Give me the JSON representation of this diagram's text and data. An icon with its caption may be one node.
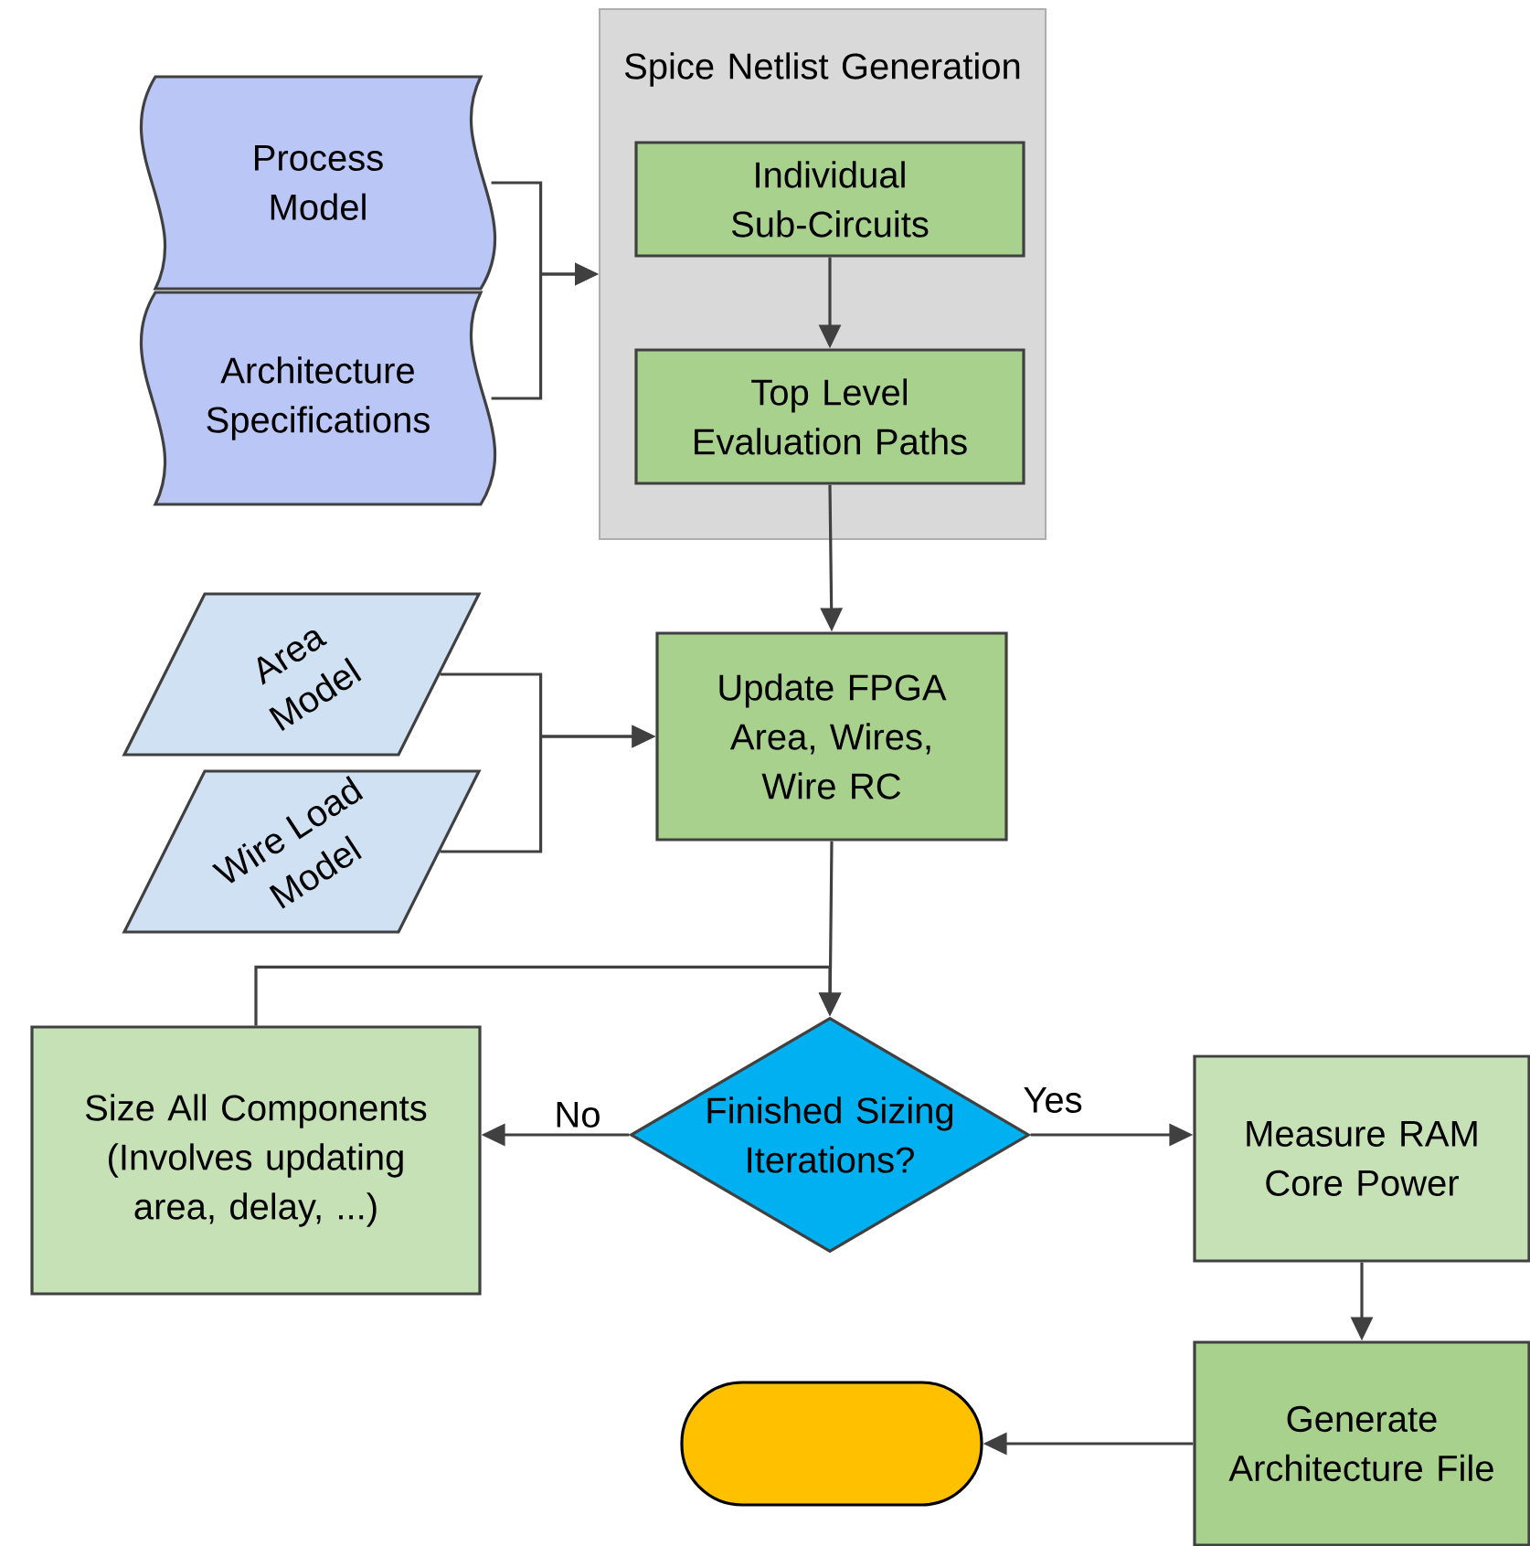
{
  "diagram": {
    "nodes": [
      {
        "text": [
          "Process Model"
        ]
      },
      {
        "text": [
          "Architecture Specifications"
        ]
      },
      {
        "text": [
          "Spice Netlist Generation"
        ]
      },
      {
        "text": [
          "Individual Sub-Circuits"
        ],
        "in": 2
      },
      {
        "text": [
          "Top Level Evaluation Paths"
        ],
        "in": 2
      },
      {
        "text": [
          "Area Model"
        ]
      },
      {
        "text": [
          "Wire Load Model"
        ]
      },
      {
        "text": [
          "Update FPGA Area, Wires, Wire RC"
        ]
      },
      {
        "text": [
          "Finished Sizing Iterations?"
        ]
      },
      {
        "text": [
          "Size All Components (Involves updating area, delay, ...)"
        ]
      },
      {
        "text": [
          "Measure RAM Core Power"
        ]
      },
      {
        "text": [
          "Generate Architecture File"
        ]
      },
      {
        "text": [],
        "shape": "pill"
      }
    ],
    "edges": [
      {
        "from": 0,
        "to": 2,
        "arrow": "to"
      },
      {
        "from": 1,
        "to": 2,
        "arrow": "to"
      },
      {
        "from": 3,
        "to": 4,
        "arrow": "to"
      },
      {
        "from": 4,
        "to": 7,
        "arrow": "to"
      },
      {
        "from": 5,
        "to": 7,
        "arrow": "to"
      },
      {
        "from": 6,
        "to": 7,
        "arrow": "to"
      },
      {
        "from": 7,
        "to": 8,
        "arrow": "to"
      },
      {
        "from": 9,
        "to": 8,
        "arrow": "to"
      },
      {
        "from": 8,
        "to": 9,
        "arrow": "to",
        "label": "No"
      },
      {
        "from": 8,
        "to": 10,
        "arrow": "to",
        "label": "Yes"
      },
      {
        "from": 10,
        "to": 11,
        "arrow": "to"
      },
      {
        "from": 11,
        "to": 12,
        "arrow": "to"
      }
    ]
  }
}
